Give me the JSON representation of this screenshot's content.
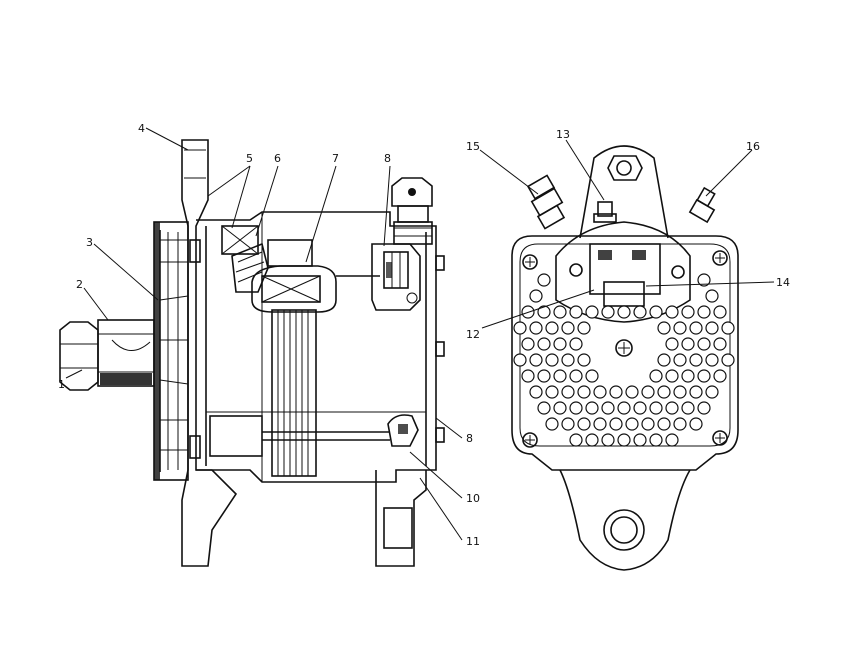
{
  "callouts": [
    {
      "id": "c1",
      "label": "1"
    },
    {
      "id": "c2",
      "label": "2"
    },
    {
      "id": "c3",
      "label": "3"
    },
    {
      "id": "c4",
      "label": "4"
    },
    {
      "id": "c5",
      "label": "5"
    },
    {
      "id": "c6",
      "label": "6"
    },
    {
      "id": "c7",
      "label": "7"
    },
    {
      "id": "c8a",
      "label": "8"
    },
    {
      "id": "c8b",
      "label": "8"
    },
    {
      "id": "c10",
      "label": "10"
    },
    {
      "id": "c11",
      "label": "11"
    },
    {
      "id": "c12",
      "label": "12"
    },
    {
      "id": "c13",
      "label": "13"
    },
    {
      "id": "c14",
      "label": "14"
    },
    {
      "id": "c15",
      "label": "15"
    },
    {
      "id": "c16",
      "label": "16"
    }
  ]
}
